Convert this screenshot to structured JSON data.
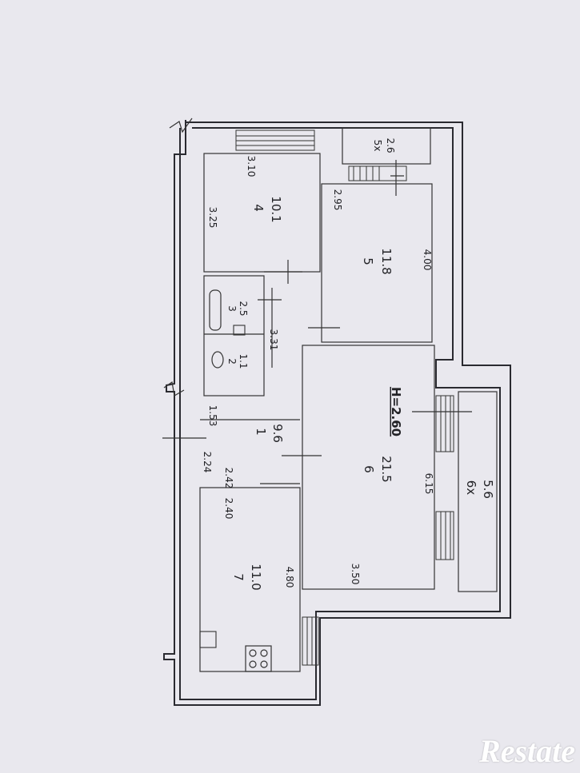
{
  "rooms": [
    {
      "id": "r1",
      "number": "1",
      "area": "9.6"
    },
    {
      "id": "r2",
      "number": "2",
      "area": "1.1"
    },
    {
      "id": "r3",
      "number": "3",
      "area": "2.5"
    },
    {
      "id": "r4",
      "number": "4",
      "area": "10.1"
    },
    {
      "id": "r5",
      "number": "5",
      "area": "11.8"
    },
    {
      "id": "r5x",
      "number": "5x",
      "area": "2.6"
    },
    {
      "id": "r6",
      "number": "6",
      "area": "21.5"
    },
    {
      "id": "r6x",
      "number": "6x",
      "area": "5.6"
    },
    {
      "id": "r7",
      "number": "7",
      "area": "11.0"
    }
  ],
  "dimensions": [
    "3.10",
    "3.25",
    "2.95",
    "4.00",
    "3.31",
    "1.53",
    "2.24",
    "2.42",
    "2.40",
    "4.80",
    "3.50",
    "6.15"
  ],
  "ceiling_height": "H=2.60",
  "watermark": "Restate"
}
